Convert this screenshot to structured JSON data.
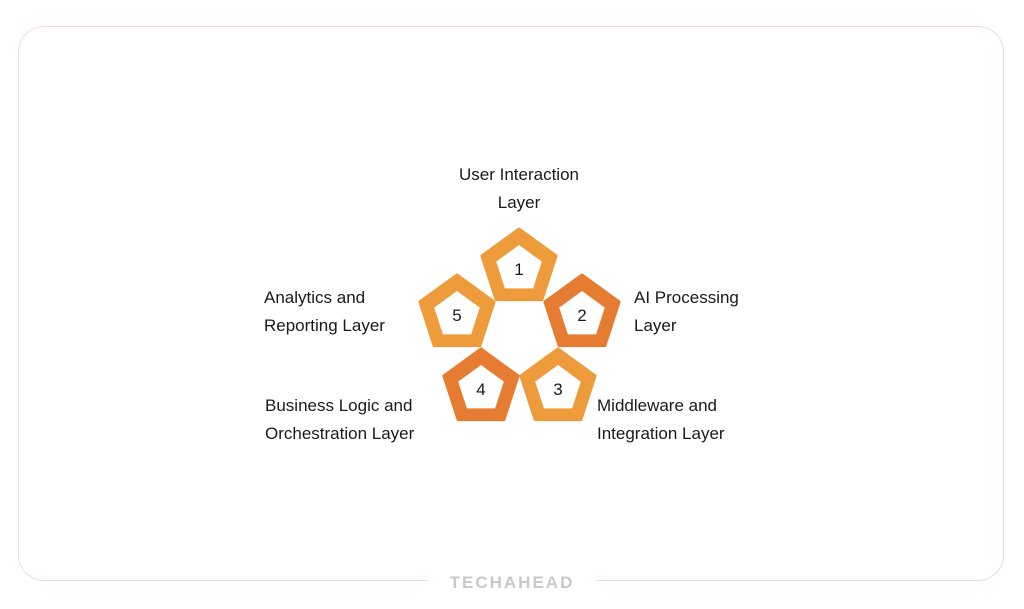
{
  "brand": "TECHAHEAD",
  "colors": {
    "light": "#EE9B3B",
    "dark": "#E67C31",
    "frame": "#F2DCCF"
  },
  "layers": [
    {
      "number": "1",
      "label_line1": "User Interaction",
      "label_line2": "Layer",
      "tone": "light"
    },
    {
      "number": "2",
      "label_line1": "AI Processing",
      "label_line2": "Layer",
      "tone": "dark"
    },
    {
      "number": "3",
      "label_line1": "Middleware and",
      "label_line2": "Integration Layer",
      "tone": "light"
    },
    {
      "number": "4",
      "label_line1": "Business Logic and",
      "label_line2": "Orchestration Layer",
      "tone": "dark"
    },
    {
      "number": "5",
      "label_line1": "Analytics and",
      "label_line2": "Reporting Layer",
      "tone": "light"
    }
  ]
}
